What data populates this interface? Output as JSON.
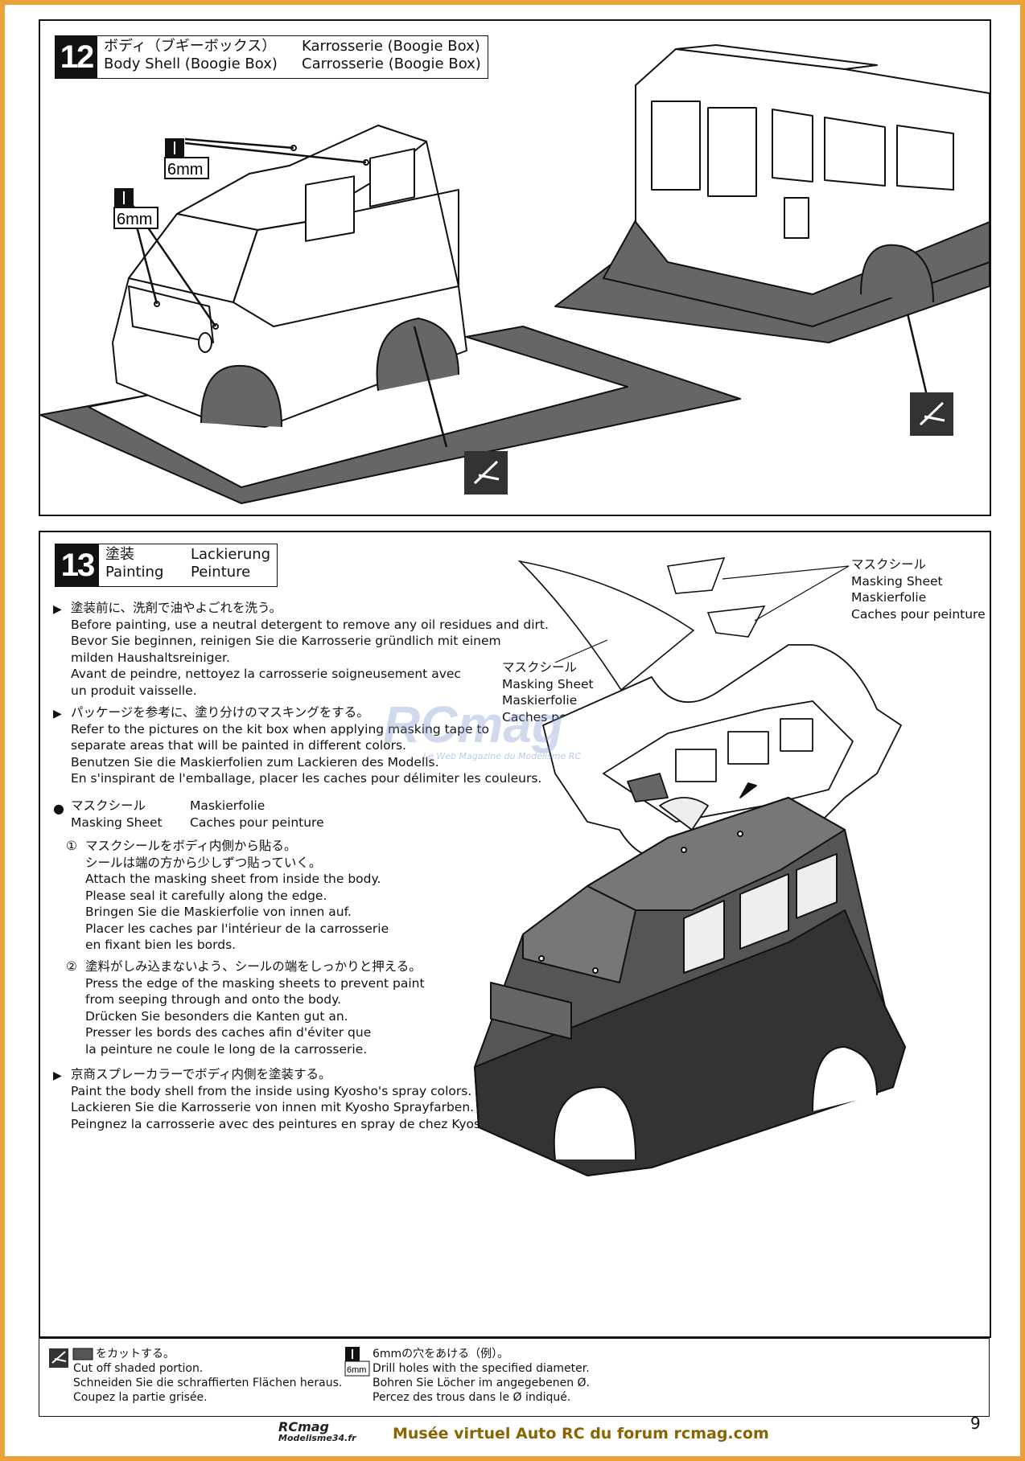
{
  "step12": {
    "number": "12",
    "title_jp": "ボディ（ブギーボックス）",
    "title_en": "Body Shell (Boogie Box)",
    "title_de": "Karrosserie (Boogie Box)",
    "title_fr": "Carrosserie (Boogie Box)",
    "drill_label_1": "6mm",
    "drill_label_2": "6mm"
  },
  "step13": {
    "number": "13",
    "title_jp": "塗装",
    "title_en": "Painting",
    "title_de": "Lackierung",
    "title_fr": "Peinture",
    "instr1": {
      "jp": "塗装前に、洗剤で油やよごれを洗う。",
      "en": "Before painting, use a neutral detergent to remove any oil residues and dirt.",
      "de1": "Bevor Sie beginnen, reinigen Sie die Karrosserie gründlich mit einem",
      "de2": "milden Haushaltsreiniger.",
      "fr1": "Avant de peindre, nettoyez la carrosserie soigneusement avec",
      "fr2": "un produit vaisselle."
    },
    "instr2": {
      "jp": "パッケージを参考に、塗り分けのマスキングをする。",
      "en1": "Refer to the pictures on the kit box when applying masking tape to",
      "en2": "separate areas that will be painted in different colors.",
      "de": "Benutzen Sie die Maskierfolien zum Lackieren des Modells.",
      "fr": "En s'inspirant de l'emballage, placer les caches pour délimiter les couleurs."
    },
    "masking": {
      "jp": "マスクシール",
      "en": "Masking Sheet",
      "de": "Maskierfolie",
      "fr": "Caches pour peinture"
    },
    "sub1": {
      "mark": "①",
      "jp1": "マスクシールをボディ内側から貼る。",
      "jp2": "シールは端の方から少しずつ貼っていく。",
      "en1": "Attach the masking sheet from inside the body.",
      "en2": "Please seal it carefully along the edge.",
      "de": "Bringen Sie die Maskierfolie von innen auf.",
      "fr1": "Placer les caches par l'intérieur de la carrosserie",
      "fr2": "en fixant bien les bords."
    },
    "sub2": {
      "mark": "②",
      "jp": "塗料がしみ込まないよう、シールの端をしっかりと押える。",
      "en1": "Press the edge of the masking sheets to prevent paint",
      "en2": "from seeping through and onto the body.",
      "de": "Drücken Sie besonders die Kanten gut an.",
      "fr1": "Presser les bords des caches afin d'éviter que",
      "fr2": "la peinture ne coule le long de la carrosserie."
    },
    "instr3": {
      "jp": "京商スプレーカラーでボディ内側を塗装する。",
      "en": "Paint the body shell from the inside using Kyosho's spray colors.",
      "de": "Lackieren Sie die Karrosserie von innen mit Kyosho Sprayfarben.",
      "fr": "Peingnez la carrosserie avec des peintures en spray de chez Kyosho."
    },
    "label_a": {
      "jp": "マスクシール",
      "en": "Masking Sheet",
      "de": "Maskierfolie",
      "fr": "Caches pour peinture"
    },
    "label_b": {
      "jp": "マスクシール",
      "en": "Masking Sheet",
      "de": "Maskierfolie",
      "fr": "Caches pour peinture"
    }
  },
  "legend": {
    "cut_jp": "をカットする。",
    "cut_en": "Cut off shaded portion.",
    "cut_de": "Schneiden Sie die schraffierten Flächen heraus.",
    "cut_fr": "Coupez la partie grisée.",
    "drill_icon_label": "6mm",
    "drill_jp": "6mmの穴をあける（例）。",
    "drill_en": "Drill holes with the specified diameter.",
    "drill_de": "Bohren Sie Löcher im angegebenen Ø.",
    "drill_fr": "Percez des trous dans le Ø indiqué."
  },
  "page_number": "9",
  "watermark": "RCmag",
  "watermark_sub": "Le Web Magazine du Modélisme RC",
  "footer_logo_1": "RCmag",
  "footer_logo_2": "Modelisme34.fr",
  "footer": "Musée virtuel Auto RC du forum rcmag.com",
  "colors": {
    "frame": "#e9a23a",
    "shade": "#555555",
    "ink": "#111111"
  }
}
